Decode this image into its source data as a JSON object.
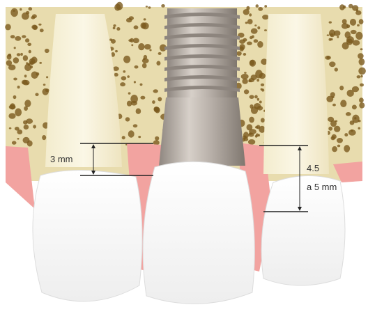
{
  "figure": {
    "annotations": {
      "left_measure": "3 mm",
      "right_measure_line1": "4.5",
      "right_measure_line2": "a 5 mm"
    },
    "colors": {
      "bone": "#e8dcae",
      "bone_dark": "#c8b77a",
      "bone_pore": "#7a5a1e",
      "gum": "#f2a3a0",
      "tooth": "#fbfbfb",
      "implant": "#b5ada6",
      "implant_thread": "#8d857e",
      "measure_line": "#222222"
    }
  }
}
